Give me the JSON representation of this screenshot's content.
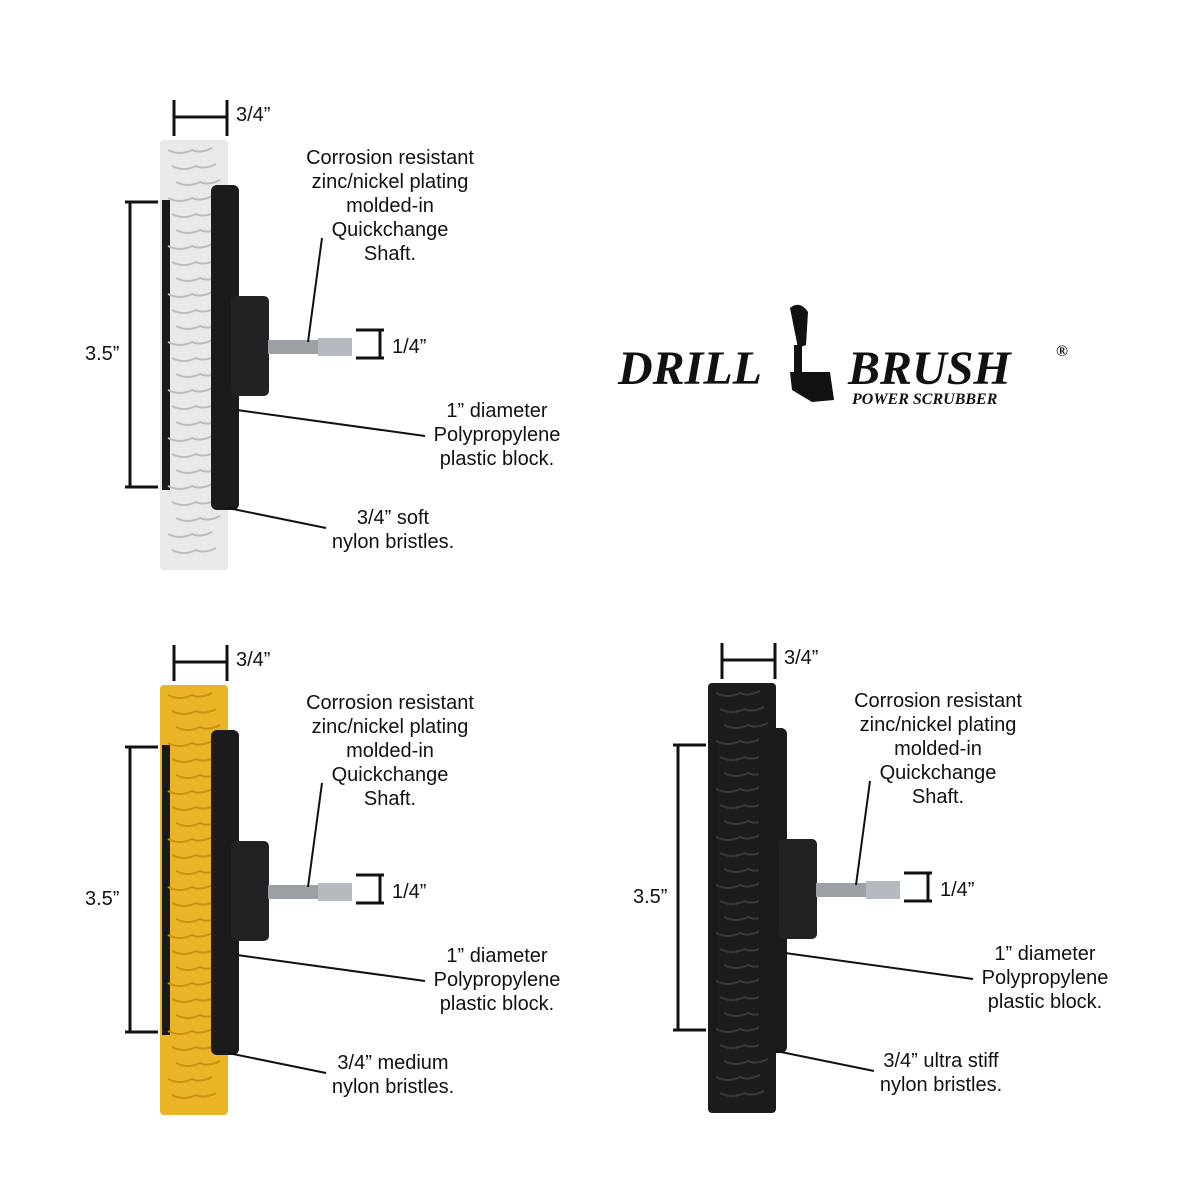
{
  "logo": {
    "word1": "DRILL",
    "word2": "BRUSH",
    "tagline": "POWER SCRUBBER",
    "registered": "®"
  },
  "panels": [
    {
      "id": "white",
      "bristle_color": "#e9e9e7",
      "width_dim": "3/4”",
      "height_dim": "3.5”",
      "shaft_dim": "1/4”",
      "shaft_note": [
        "Corrosion resistant",
        "zinc/nickel plating",
        "molded-in",
        "Quickchange",
        "Shaft."
      ],
      "block_note": [
        "1” diameter",
        "Polypropylene",
        "plastic block."
      ],
      "bristle_note": [
        "3/4” soft",
        "nylon bristles."
      ]
    },
    {
      "id": "yellow",
      "bristle_color": "#e9b425",
      "width_dim": "3/4”",
      "height_dim": "3.5”",
      "shaft_dim": "1/4”",
      "shaft_note": [
        "Corrosion resistant",
        "zinc/nickel plating",
        "molded-in",
        "Quickchange",
        "Shaft."
      ],
      "block_note": [
        "1” diameter",
        "Polypropylene",
        "plastic block."
      ],
      "bristle_note": [
        "3/4” medium",
        "nylon bristles."
      ]
    },
    {
      "id": "black",
      "bristle_color": "#1c1c1c",
      "width_dim": "3/4”",
      "height_dim": "3.5”",
      "shaft_dim": "1/4”",
      "shaft_note": [
        "Corrosion resistant",
        "zinc/nickel plating",
        "molded-in",
        "Quickchange",
        "Shaft."
      ],
      "block_note": [
        "1” diameter",
        "Polypropylene",
        "plastic block."
      ],
      "bristle_note": [
        "3/4” ultra stiff",
        "nylon bristles."
      ]
    }
  ]
}
